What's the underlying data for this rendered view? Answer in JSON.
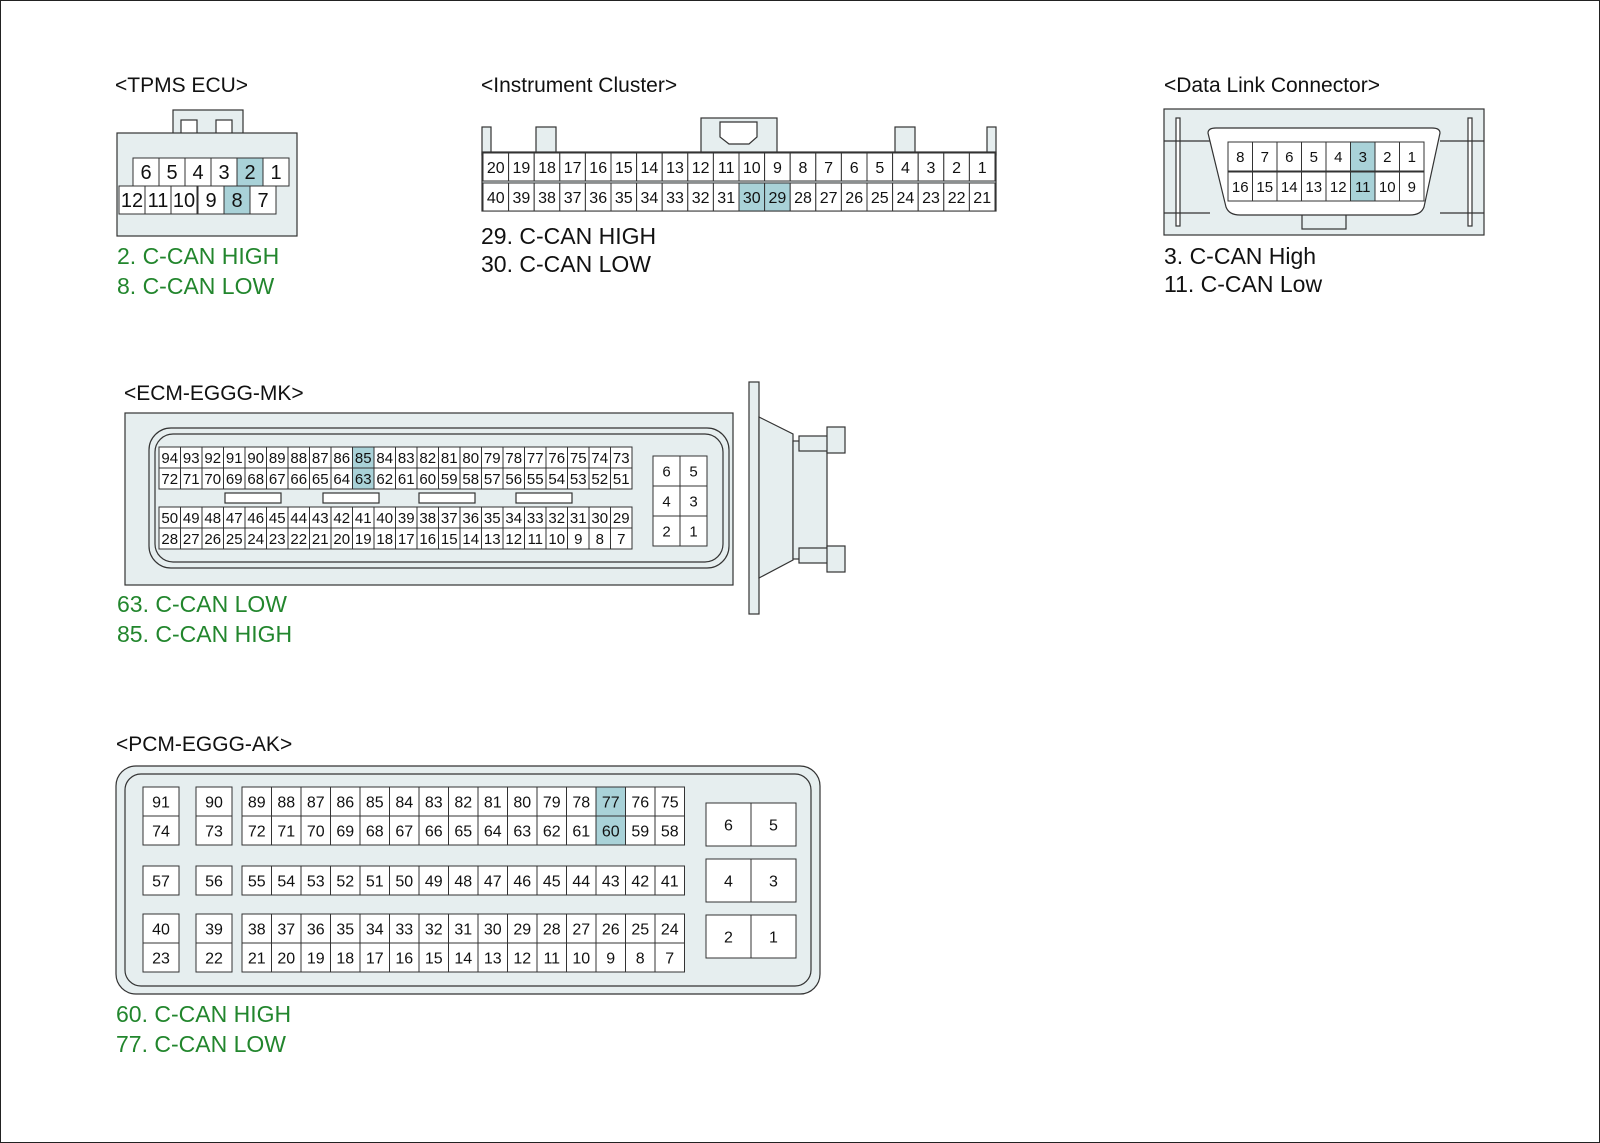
{
  "colors": {
    "body_fill": "#e6eeef",
    "cell_fill": "#ffffff",
    "highlight_fill": "#a9d2d8",
    "stroke": "#333333",
    "note_green": "#22862d",
    "note_black": "#111111"
  },
  "connectors": [
    {
      "id": "tpms",
      "title": "<TPMS ECU>",
      "rows": [
        [
          "6",
          "5",
          "4",
          "3",
          "2",
          "1"
        ],
        [
          "12",
          "11",
          "10",
          "9",
          "8",
          "7"
        ]
      ],
      "highlight": [
        "2",
        "8"
      ],
      "notes": [
        "2. C-CAN HIGH",
        "8. C-CAN LOW"
      ],
      "note_color": "green"
    },
    {
      "id": "cluster",
      "title": "<Instrument Cluster>",
      "rows": [
        [
          "20",
          "19",
          "18",
          "17",
          "16",
          "15",
          "14",
          "13",
          "12",
          "11",
          "10",
          "9",
          "8",
          "7",
          "6",
          "5",
          "4",
          "3",
          "2",
          "1"
        ],
        [
          "40",
          "39",
          "38",
          "37",
          "36",
          "35",
          "34",
          "33",
          "32",
          "31",
          "30",
          "29",
          "28",
          "27",
          "26",
          "25",
          "24",
          "23",
          "22",
          "21"
        ]
      ],
      "highlight": [
        "30",
        "29"
      ],
      "notes": [
        "29. C-CAN HIGH",
        "30. C-CAN LOW"
      ],
      "note_color": "black"
    },
    {
      "id": "dlc",
      "title": "<Data Link Connector>",
      "rows": [
        [
          "8",
          "7",
          "6",
          "5",
          "4",
          "3",
          "2",
          "1"
        ],
        [
          "16",
          "15",
          "14",
          "13",
          "12",
          "11",
          "10",
          "9"
        ]
      ],
      "highlight": [
        "3",
        "11"
      ],
      "notes": [
        "3. C-CAN High",
        "11. C-CAN Low"
      ],
      "note_color": "black"
    },
    {
      "id": "ecm",
      "title": "<ECM-EGGG-MK>",
      "rows": [
        [
          "94",
          "93",
          "92",
          "91",
          "90",
          "89",
          "88",
          "87",
          "86",
          "85",
          "84",
          "83",
          "82",
          "81",
          "80",
          "79",
          "78",
          "77",
          "76",
          "75",
          "74",
          "73"
        ],
        [
          "72",
          "71",
          "70",
          "69",
          "68",
          "67",
          "66",
          "65",
          "64",
          "63",
          "62",
          "61",
          "60",
          "59",
          "58",
          "57",
          "56",
          "55",
          "54",
          "53",
          "52",
          "51"
        ],
        [
          "50",
          "49",
          "48",
          "47",
          "46",
          "45",
          "44",
          "43",
          "42",
          "41",
          "40",
          "39",
          "38",
          "37",
          "36",
          "35",
          "34",
          "33",
          "32",
          "31",
          "30",
          "29"
        ],
        [
          "28",
          "27",
          "26",
          "25",
          "24",
          "23",
          "22",
          "21",
          "20",
          "19",
          "18",
          "17",
          "16",
          "15",
          "14",
          "13",
          "12",
          "11",
          "10",
          "9",
          "8",
          "7"
        ]
      ],
      "side": [
        [
          "6",
          "5"
        ],
        [
          "4",
          "3"
        ],
        [
          "2",
          "1"
        ]
      ],
      "highlight": [
        "85",
        "63"
      ],
      "notes": [
        "63. C-CAN LOW",
        "85. C-CAN HIGH"
      ],
      "note_color": "green"
    },
    {
      "id": "pcm",
      "title": "<PCM-EGGG-AK>",
      "colA": [
        [
          "91",
          "74"
        ],
        [
          "57"
        ],
        [
          "40",
          "23"
        ]
      ],
      "colB": [
        [
          "90",
          "73"
        ],
        [
          "56"
        ],
        [
          "39",
          "22"
        ]
      ],
      "main": [
        [
          [
            "89",
            "88",
            "87",
            "86",
            "85",
            "84",
            "83",
            "82",
            "81",
            "80",
            "79",
            "78",
            "77",
            "76",
            "75"
          ],
          [
            "72",
            "71",
            "70",
            "69",
            "68",
            "67",
            "66",
            "65",
            "64",
            "63",
            "62",
            "61",
            "60",
            "59",
            "58"
          ]
        ],
        [
          [
            "55",
            "54",
            "53",
            "52",
            "51",
            "50",
            "49",
            "48",
            "47",
            "46",
            "45",
            "44",
            "43",
            "42",
            "41"
          ]
        ],
        [
          [
            "38",
            "37",
            "36",
            "35",
            "34",
            "33",
            "32",
            "31",
            "30",
            "29",
            "28",
            "27",
            "26",
            "25",
            "24"
          ],
          [
            "21",
            "20",
            "19",
            "18",
            "17",
            "16",
            "15",
            "14",
            "13",
            "12",
            "11",
            "10",
            "9",
            "8",
            "7"
          ]
        ]
      ],
      "side": [
        [
          "6",
          "5"
        ],
        [
          "4",
          "3"
        ],
        [
          "2",
          "1"
        ]
      ],
      "highlight": [
        "77",
        "60"
      ],
      "notes": [
        "60. C-CAN HIGH",
        "77. C-CAN LOW"
      ],
      "note_color": "green"
    }
  ]
}
